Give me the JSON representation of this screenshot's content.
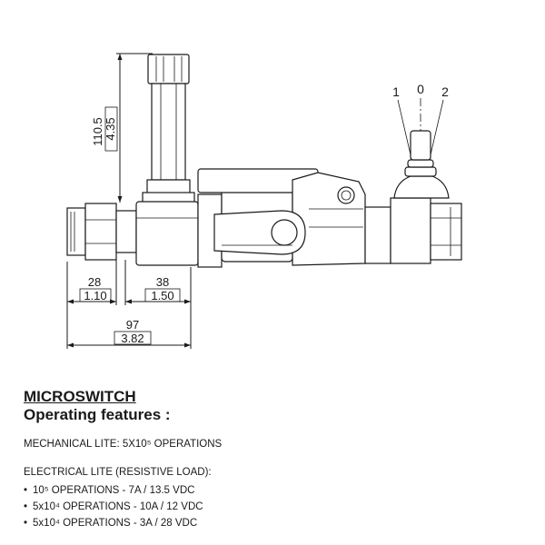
{
  "drawing": {
    "positions": [
      "1",
      "0",
      "2"
    ],
    "dimensions": {
      "height_mm": "110.5",
      "height_in": "4.35",
      "dim1_mm": "28",
      "dim1_in": "1.10",
      "dim2_mm": "38",
      "dim2_in": "1.50",
      "overall_mm": "97",
      "overall_in": "3.82"
    }
  },
  "specs": {
    "title": "MICROSWITCH",
    "subtitle": "Operating features :",
    "mechanical": "MECHANICAL LITE: 5X10⁵ OPERATIONS",
    "electrical_heading": "ELECTRICAL LITE (RESISTIVE LOAD):",
    "items": [
      "10⁵ OPERATIONS - 7A / 13.5 VDC",
      "5x10⁴ OPERATIONS - 10A / 12 VDC",
      "5x10⁴ OPERATIONS - 3A / 28 VDC"
    ]
  }
}
